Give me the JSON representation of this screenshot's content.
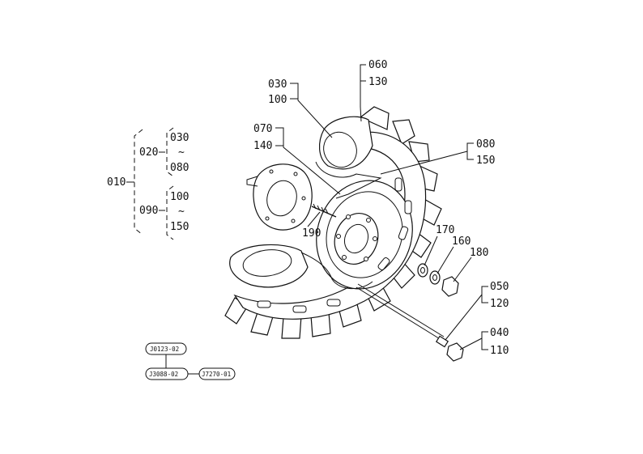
{
  "callouts": {
    "p060": "060",
    "p130": "130",
    "p030": "030",
    "p100": "100",
    "p070": "070",
    "p140": "140",
    "p080": "080",
    "p150": "150",
    "p190": "190",
    "p170": "170",
    "p160": "160",
    "p180": "180",
    "p050": "050",
    "p120": "120",
    "p040": "040",
    "p110": "110"
  },
  "tree": {
    "root": "010",
    "a": "020",
    "a_top": "030",
    "a_sep": "~",
    "a_bot": "080",
    "b": "090",
    "b_top": "100",
    "b_sep": "~",
    "b_bot": "150"
  },
  "refs": {
    "r1": "J0123-02",
    "r2": "J3088-02",
    "r3": "J7270-01"
  }
}
